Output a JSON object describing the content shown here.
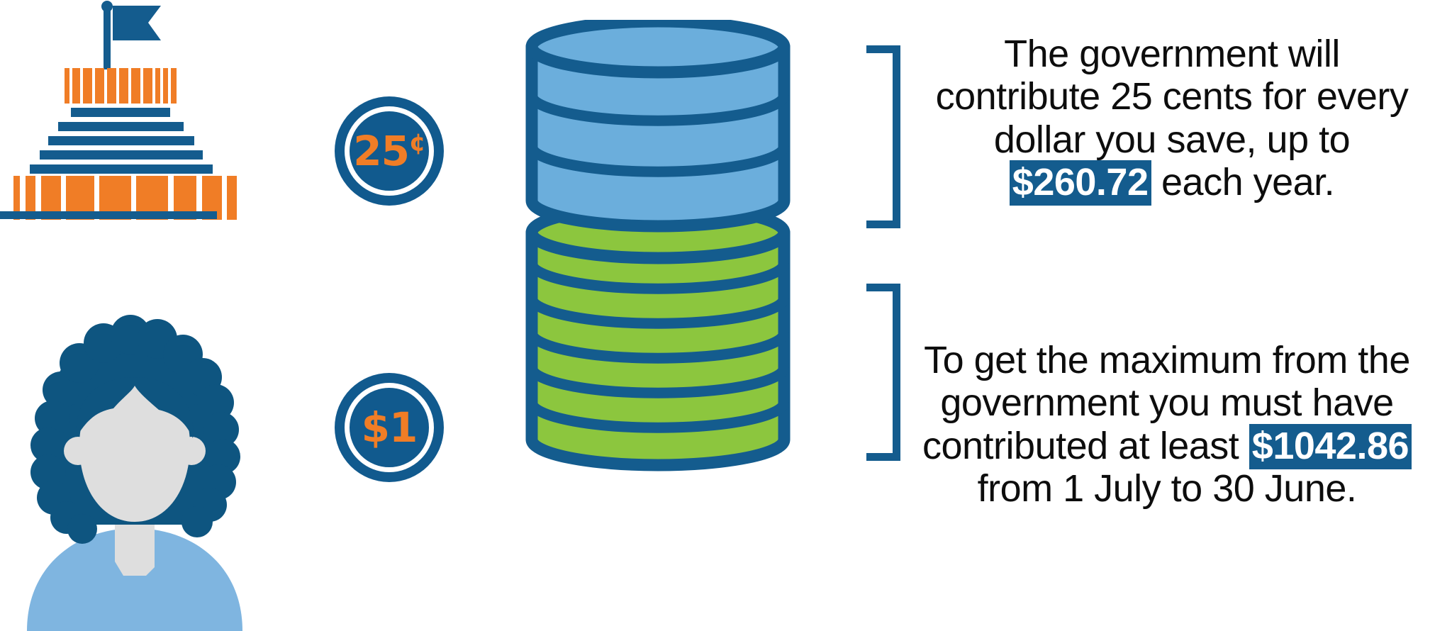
{
  "infographic": {
    "title": "Government co-contribution infographic",
    "background_color": "#FFFFFF"
  },
  "palette": {
    "dark_blue": "#145C8E",
    "deep_blue": "#0E5580",
    "light_blue": "#6BAEDC",
    "pale_blue": "#7FB5E0",
    "green": "#8CC63E",
    "orange": "#F07D26",
    "grey_face": "#DEDEDE",
    "white": "#FFFFFF"
  },
  "icons": {
    "government_building": {
      "name": "government-building-icon",
      "flag_color": "#145C8E",
      "column_color": "#F07D26",
      "step_color": "#145C8E",
      "top_columns": 11,
      "steps": 5,
      "bottom_columns": 11
    },
    "person": {
      "name": "person-avatar-icon",
      "hair_color": "#0E5580",
      "face_color": "#DEDEDE",
      "shoulders_color": "#7FB5E0"
    }
  },
  "coins": [
    {
      "name": "coin-badge-25-cents",
      "value": "25",
      "unit": "¢",
      "label": "25¢",
      "fill": "#115A8E",
      "ring": "#FFFFFF",
      "text_color": "#F07D26"
    },
    {
      "name": "coin-badge-1-dollar",
      "value": "$1",
      "unit": "",
      "label": "$1",
      "fill": "#115A8E",
      "ring": "#FFFFFF",
      "text_color": "#F07D26"
    }
  ],
  "coin_stack": {
    "name": "coin-stack-graphic",
    "outline_color": "#145C8E",
    "top_group": {
      "name": "government-contribution-coins",
      "color": "#6BAEDC",
      "count": 3,
      "represents": "$260.72"
    },
    "bottom_group": {
      "name": "personal-contribution-coins",
      "color": "#8CC63E",
      "count": 6,
      "represents": "$1042.86"
    }
  },
  "brackets": [
    {
      "name": "bracket-top",
      "color": "#145C8E"
    },
    {
      "name": "bracket-bottom",
      "color": "#145C8E"
    }
  ],
  "text": {
    "top": {
      "part1": "The government will contribute 25 cents for every dollar you save, up to ",
      "highlight": "$260.72",
      "part2": " each year."
    },
    "bottom": {
      "part1": "To get the maximum from the government you must have contributed at least ",
      "highlight": "$1042.86",
      "part2": " from 1 July to 30 June."
    }
  }
}
